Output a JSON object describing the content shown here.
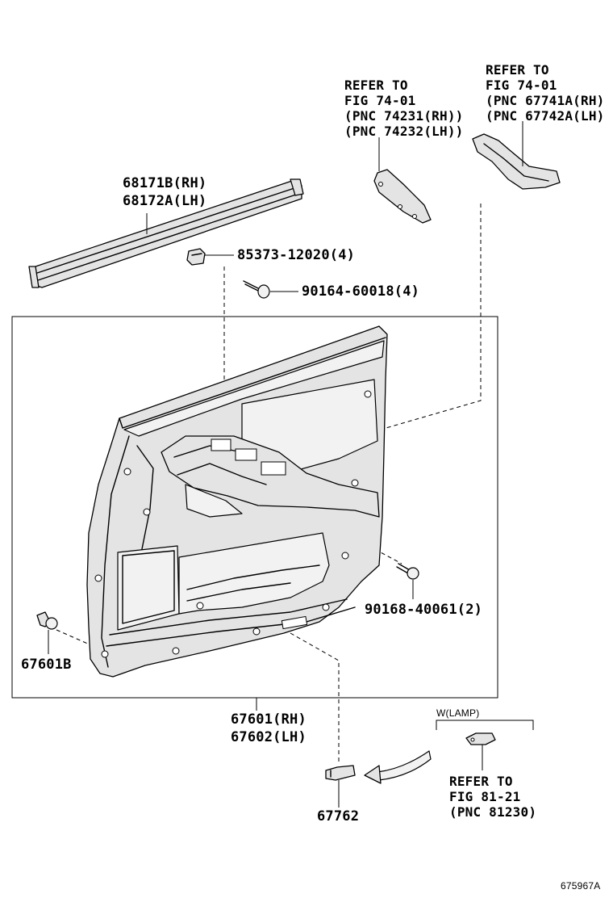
{
  "refs": {
    "ref_74231": [
      "REFER TO",
      "FIG 74-01",
      "(PNC 74231(RH))",
      "(PNC 74232(LH))"
    ],
    "ref_67741": [
      "REFER TO",
      "FIG 74-01",
      "(PNC 67741A(RH)",
      "(PNC 67742A(LH)"
    ],
    "ref_81230": [
      "REFER TO",
      "FIG 81-21",
      "(PNC 81230)"
    ]
  },
  "parts": {
    "weatherstrip": [
      "68171B(RH)",
      "68172A(LH)"
    ],
    "clip_85373": "85373-12020(4)",
    "screw_90164": "90164-60018(4)",
    "screw_90168": "90168-40061(2)",
    "clip_67601b": "67601B",
    "panel": [
      "67601(RH)",
      "67602(LH)"
    ],
    "reflector": "67762"
  },
  "lamp_condition": "W(LAMP)",
  "figure_code": "675967A"
}
